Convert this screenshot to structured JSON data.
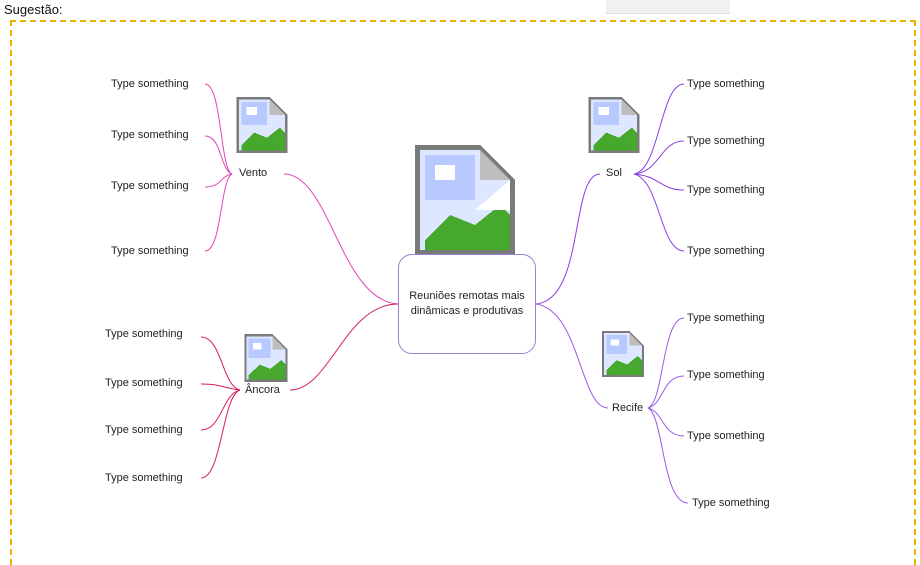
{
  "header": {
    "title": "Sugestão:"
  },
  "colors": {
    "frame": "#f0b400",
    "pink": "#e046b8",
    "crimson": "#d61f5c",
    "purple": "#8a3fe0",
    "violet": "#9b5be6"
  },
  "central": {
    "text": "Reuniões remotas mais dinâmicas e produtivas",
    "icon": "broken-image-icon"
  },
  "branches": {
    "vento": {
      "label": "Vento",
      "icon": "broken-image-icon",
      "leaves": [
        "Type something",
        "Type something",
        "Type something",
        "Type something"
      ]
    },
    "ancora": {
      "label": "Âncora",
      "icon": "broken-image-icon",
      "leaves": [
        "Type something",
        "Type something",
        "Type something",
        "Type something"
      ]
    },
    "sol": {
      "label": "Sol",
      "icon": "broken-image-icon",
      "leaves": [
        "Type something",
        "Type something",
        "Type something",
        "Type something"
      ]
    },
    "recife": {
      "label": "Recife",
      "icon": "broken-image-icon",
      "leaves": [
        "Type something",
        "Type something",
        "Type something",
        "Type something"
      ]
    }
  }
}
